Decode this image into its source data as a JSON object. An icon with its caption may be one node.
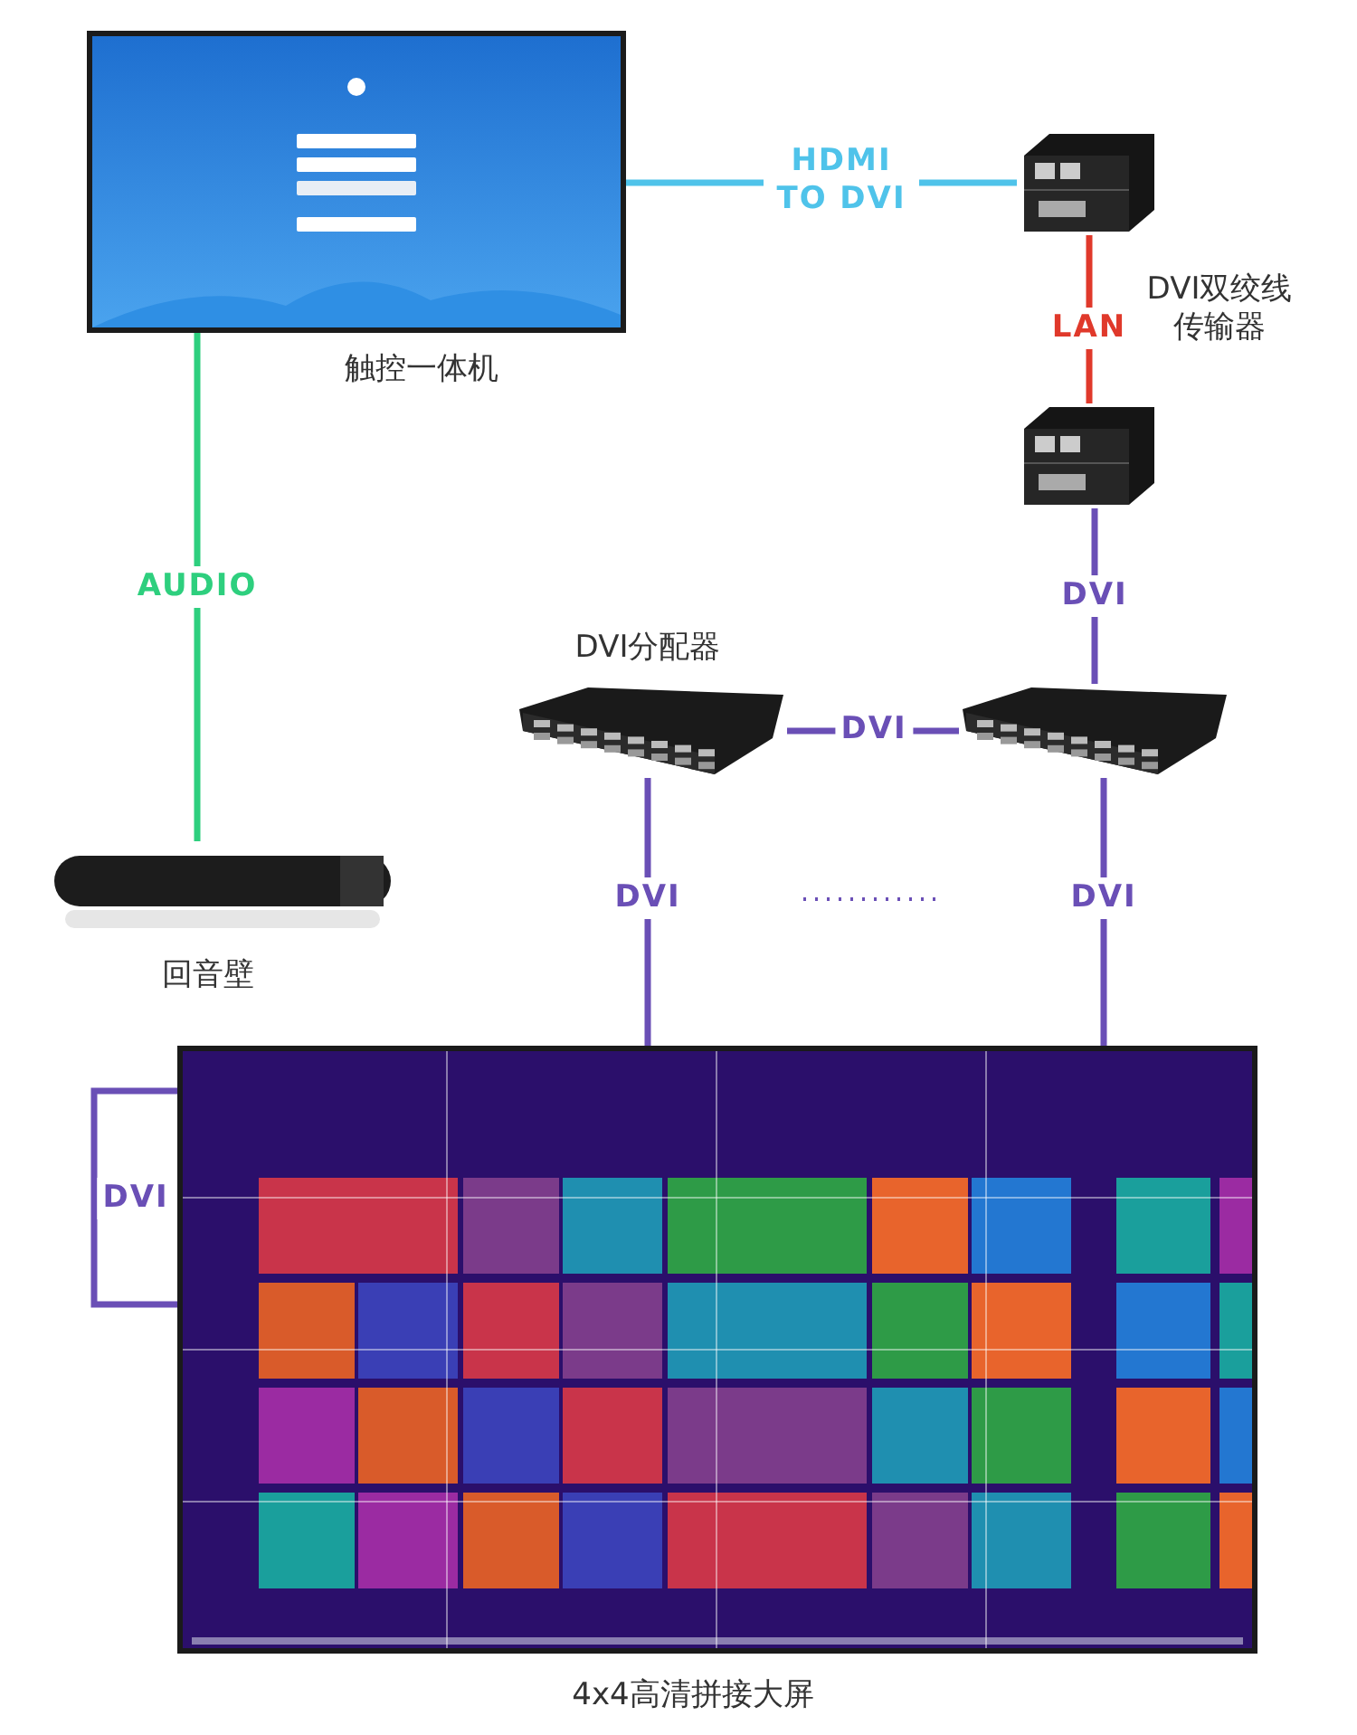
{
  "diagram": {
    "nodes": [
      {
        "text": [],
        "shape": "picture",
        "beside": [
          "触控一体机"
        ]
      },
      {
        "text": [],
        "shape": "picture"
      },
      {
        "text": [],
        "shape": "picture"
      },
      {
        "text": [],
        "shape": "picture",
        "beside": [
          "DVI分配器"
        ]
      },
      {
        "text": [],
        "shape": "picture"
      },
      {
        "text": [],
        "shape": "picture",
        "beside": [
          "回音壁"
        ]
      },
      {
        "text": [],
        "shape": "picture",
        "beside": [
          "4x4高清拼接大屏"
        ]
      }
    ],
    "edges": [
      {
        "from": 0,
        "to": 1,
        "arrow": "none",
        "label": "HDMI TO DVI",
        "color": "#4fc3ea"
      },
      {
        "from": 1,
        "to": 2,
        "arrow": "none",
        "label": "LAN",
        "color": "#e0392b"
      },
      {
        "from": 2,
        "to": 4,
        "arrow": "none",
        "label": "DVI"
      },
      {
        "from": 4,
        "to": 3,
        "arrow": "none",
        "label": "DVI"
      },
      {
        "from": 3,
        "to": 6,
        "arrow": "none",
        "label": "DVI"
      },
      {
        "from": 4,
        "to": 6,
        "arrow": "none",
        "label": "DVI"
      },
      {
        "from": 0,
        "to": 5,
        "arrow": "none",
        "label": "AUDIO",
        "color": "#2ecf7e"
      },
      {
        "from": 6,
        "to": 6,
        "arrow": "none",
        "label": "DVI"
      }
    ],
    "labels": [
      "DVI双绞线传输器"
    ]
  }
}
